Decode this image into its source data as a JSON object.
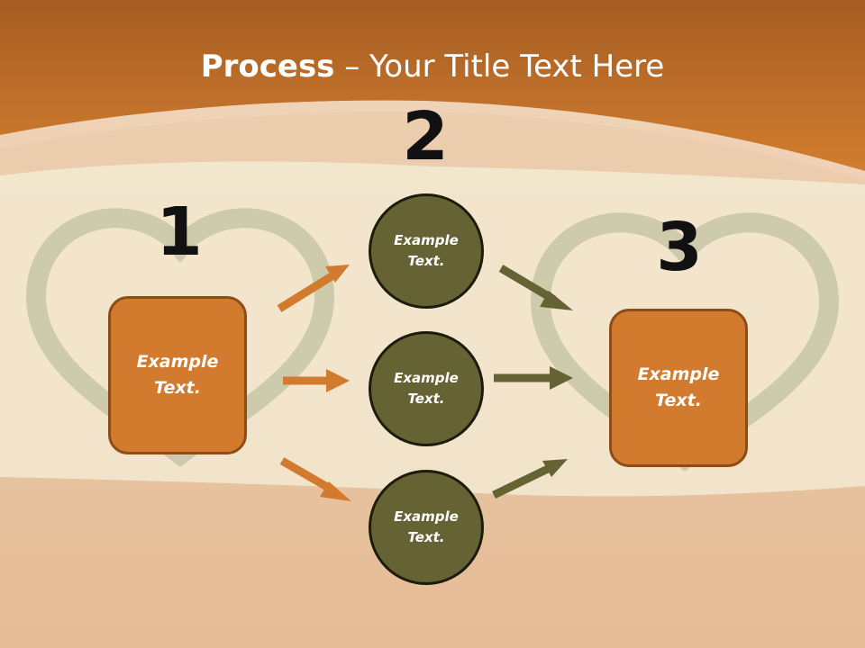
{
  "title": {
    "bold": "Process",
    "rest": " – Your Title Text Here"
  },
  "steps": [
    {
      "number": "1",
      "line1": "Example",
      "line2": "Text."
    },
    {
      "number": "2"
    },
    {
      "number": "3",
      "line1": "Example",
      "line2": "Text."
    }
  ],
  "circles": [
    {
      "line1": "Example",
      "line2": "Text."
    },
    {
      "line1": "Example",
      "line2": "Text."
    },
    {
      "line1": "Example",
      "line2": "Text."
    }
  ],
  "colors": {
    "header": "#c9732b",
    "box_fill": "#d27a2e",
    "box_border": "#8e4c17",
    "circle_fill": "#656233",
    "circle_border": "#1d1c0c",
    "arrow_left": "#d27a2e",
    "arrow_right": "#656233"
  }
}
